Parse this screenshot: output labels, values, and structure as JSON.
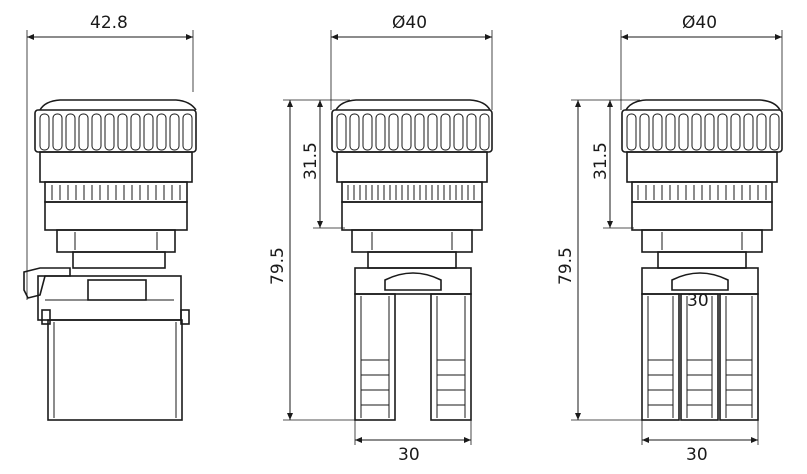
{
  "views": {
    "side": {
      "width_label": "42.8"
    },
    "front": {
      "top_label": "Ø40",
      "cap_height_label": "31.5",
      "total_height_label": "79.5",
      "base_width_label": "30"
    },
    "back": {
      "top_label": "Ø40",
      "cap_height_label": "31.5",
      "total_height_label": "79.5",
      "base_width_label": "30",
      "overlay_label": "30"
    }
  }
}
